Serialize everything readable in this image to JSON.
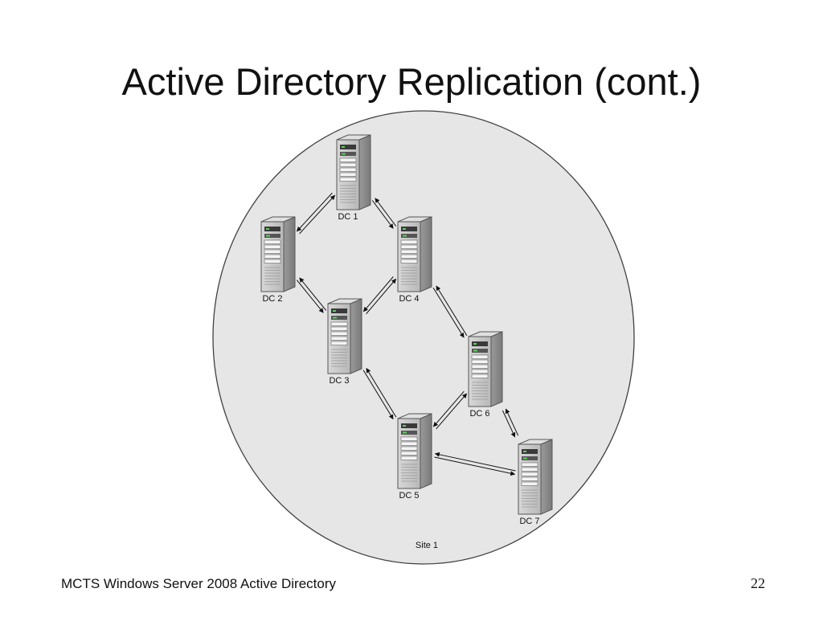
{
  "slide": {
    "title": "Active Directory Replication (cont.)",
    "footer": "MCTS Windows Server 2008 Active Directory",
    "page_number": "22"
  },
  "diagram": {
    "site_label": "Site 1",
    "nodes": [
      {
        "id": "dc1",
        "label": "DC 1",
        "icon": "server-icon"
      },
      {
        "id": "dc2",
        "label": "DC 2",
        "icon": "server-icon"
      },
      {
        "id": "dc3",
        "label": "DC 3",
        "icon": "server-icon"
      },
      {
        "id": "dc4",
        "label": "DC 4",
        "icon": "server-icon"
      },
      {
        "id": "dc5",
        "label": "DC 5",
        "icon": "server-icon"
      },
      {
        "id": "dc6",
        "label": "DC 6",
        "icon": "server-icon"
      },
      {
        "id": "dc7",
        "label": "DC 7",
        "icon": "server-icon"
      }
    ],
    "links": [
      {
        "from": "dc1",
        "to": "dc2",
        "direction": "bidirectional"
      },
      {
        "from": "dc1",
        "to": "dc4",
        "direction": "bidirectional"
      },
      {
        "from": "dc2",
        "to": "dc3",
        "direction": "bidirectional"
      },
      {
        "from": "dc3",
        "to": "dc4",
        "direction": "bidirectional"
      },
      {
        "from": "dc3",
        "to": "dc5",
        "direction": "bidirectional"
      },
      {
        "from": "dc4",
        "to": "dc6",
        "direction": "bidirectional"
      },
      {
        "from": "dc5",
        "to": "dc6",
        "direction": "bidirectional"
      },
      {
        "from": "dc5",
        "to": "dc7",
        "direction": "bidirectional"
      },
      {
        "from": "dc6",
        "to": "dc7",
        "direction": "bidirectional"
      }
    ],
    "colors": {
      "site_fill": "#e6e6e6",
      "site_stroke": "#404040",
      "server_body": "#c9c9c9",
      "server_dark": "#7a7a7a",
      "drive_light": "#5fd05f"
    }
  }
}
